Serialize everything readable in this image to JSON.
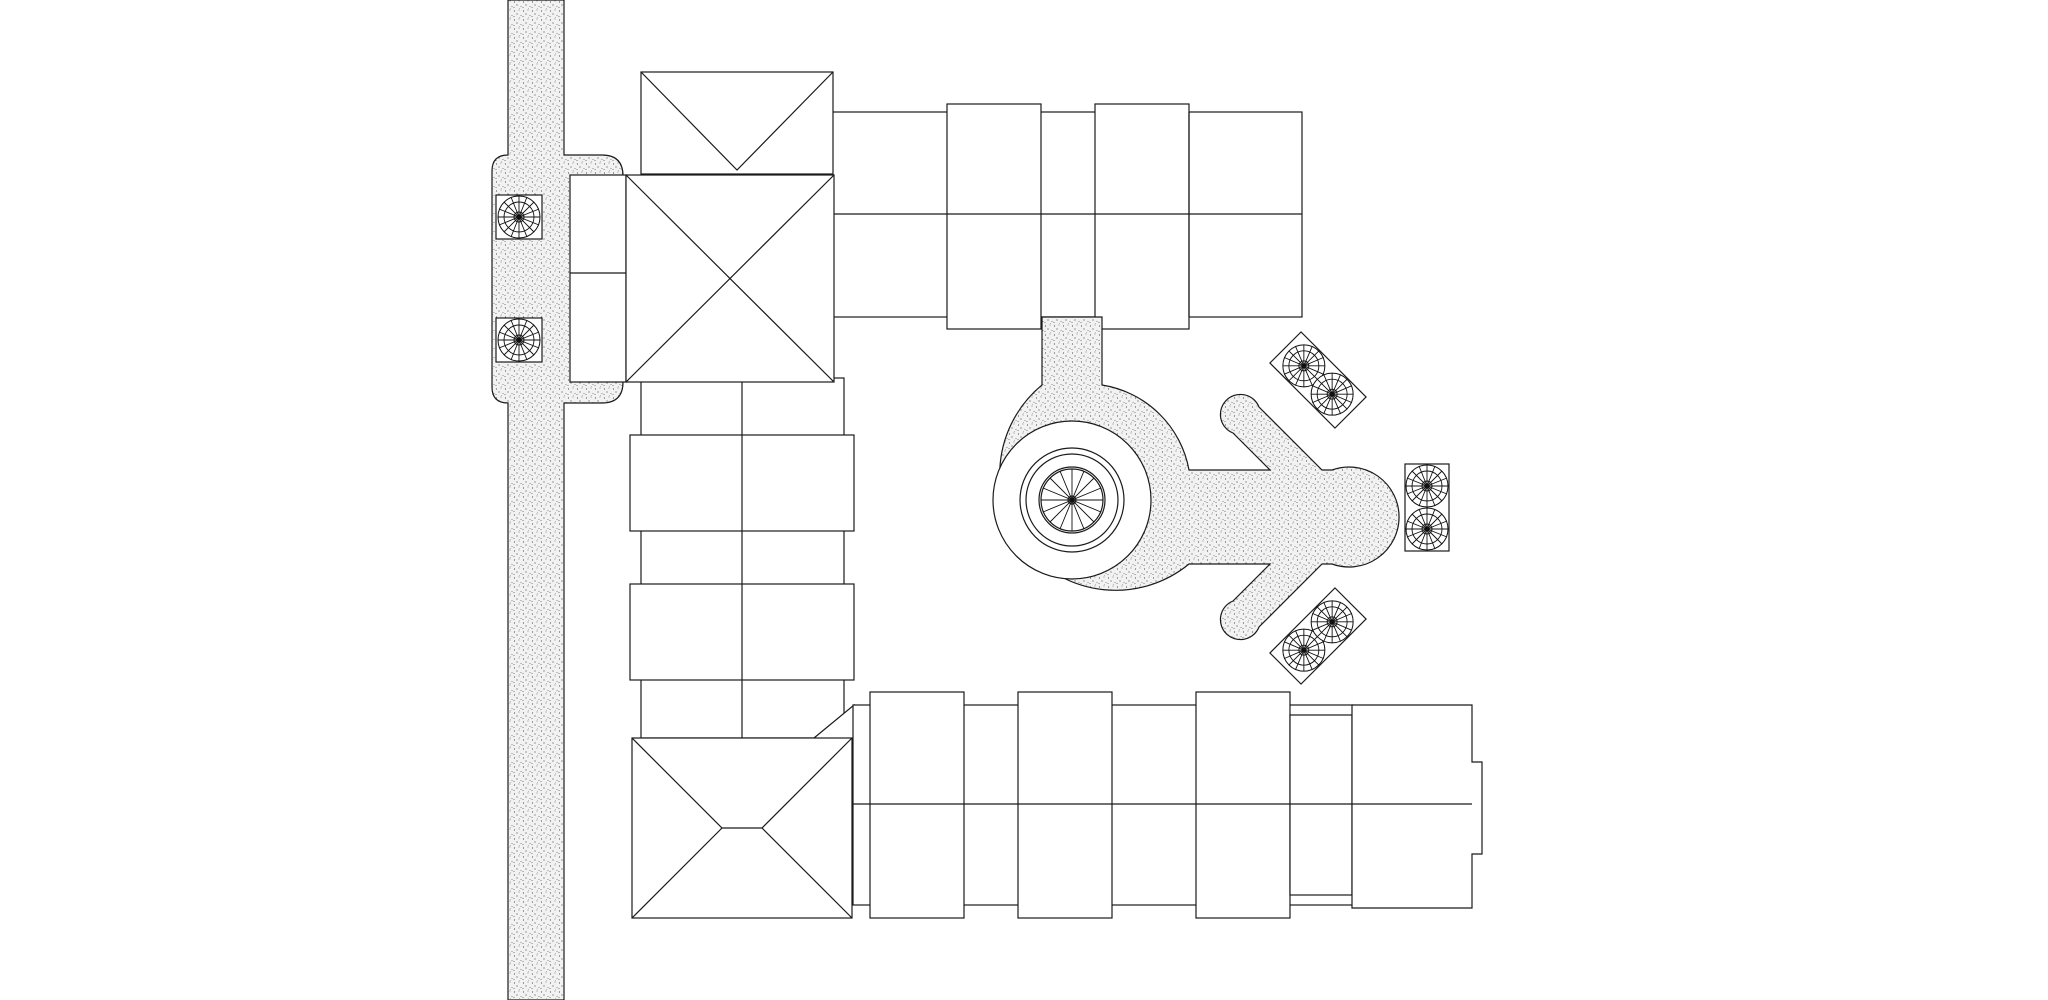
{
  "drawing": {
    "kind": "site plan",
    "view": "top-down",
    "line_color": "#1a1a1a",
    "background_color": "#ffffff",
    "paving_texture": "stippled",
    "elements": [
      "road-strip",
      "road-parking-bay",
      "building-north-wing",
      "building-west-wing",
      "building-south-wing",
      "hip-roof-pavilions",
      "central-courtyard-path",
      "fountain",
      "branching-path",
      "tree-planters"
    ],
    "text_labels": []
  }
}
